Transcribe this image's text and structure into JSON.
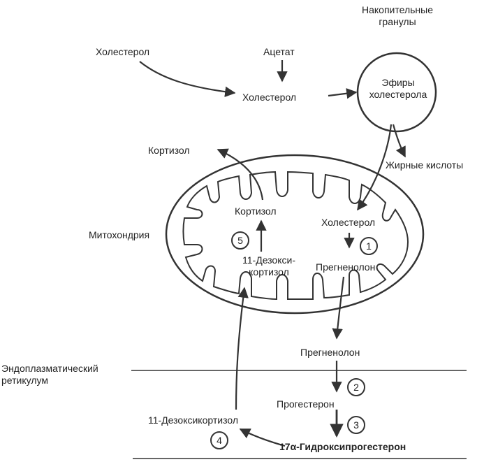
{
  "labels": {
    "storage_granules_title": "Накопительные\nгранулы",
    "cholesterol_external": "Холестерол",
    "acetate": "Ацетат",
    "cholesterol_cytoplasm": "Холестерол",
    "cholesterol_esters": "Эфиры\nхолестерола",
    "fatty_acids": "Жирные кислоты",
    "cortisol_out": "Кортизол",
    "mitochondria": "Митохондрия",
    "cortisol_mito": "Кортизол",
    "cholesterol_mito": "Холестерол",
    "deoxycortisol_mito": "11-Дезокси-\nкортизол",
    "pregnenolone_mito": "Прегненолон",
    "pregnenolone_er": "Прегненолон",
    "er": "Эндоплазматический\nретикулум",
    "progesterone": "Прогестерон",
    "deoxycortisol_er": "11-Дезоксикортизол",
    "hydroxyprogesterone": "17α-Гидроксипрогестерон"
  },
  "steps": [
    "1",
    "2",
    "3",
    "4",
    "5"
  ],
  "colors": {
    "ink": "#222222",
    "line": "#333333",
    "background": "#ffffff"
  }
}
